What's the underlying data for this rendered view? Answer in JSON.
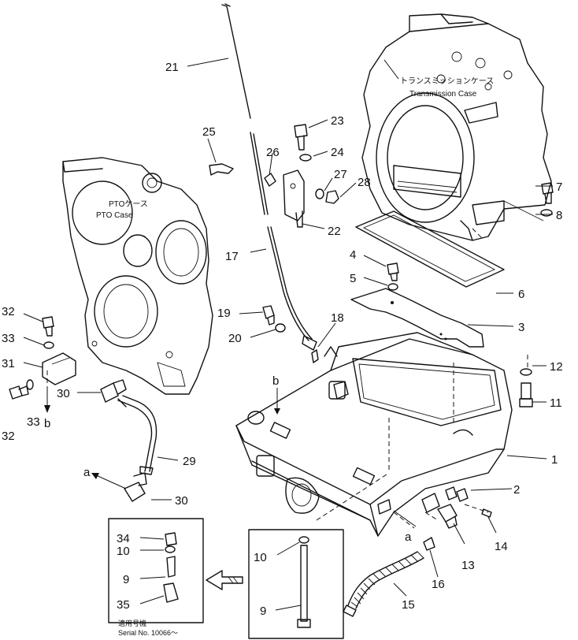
{
  "case_labels": {
    "transmission_jp": "トランスミッションケース",
    "transmission_en": "Transmission Case",
    "pto_jp": "PTOケース",
    "pto_en": "PTO Case"
  },
  "callouts": {
    "c1": "1",
    "c2": "2",
    "c3": "3",
    "c4": "4",
    "c5": "5",
    "c6": "6",
    "c7": "7",
    "c8": "8",
    "c9a": "9",
    "c9b": "9",
    "c10a": "10",
    "c10b": "10",
    "c11": "11",
    "c12": "12",
    "c13": "13",
    "c14": "14",
    "c15": "15",
    "c16": "16",
    "c17": "17",
    "c18": "18",
    "c19": "19",
    "c20": "20",
    "c21": "21",
    "c22": "22",
    "c23": "23",
    "c24": "24",
    "c25": "25",
    "c26": "26",
    "c27": "27",
    "c28": "28",
    "c29": "29",
    "c30a": "30",
    "c30b": "30",
    "c31": "31",
    "c32a": "32",
    "c32b": "32",
    "c33a": "33",
    "c33b": "33",
    "c34": "34",
    "c35": "35"
  },
  "refs": {
    "a1": "a",
    "a2": "a",
    "b1": "b",
    "b2": "b"
  },
  "inset": {
    "applicability_jp": "適用号機",
    "serial": "Serial No. 10066～"
  }
}
